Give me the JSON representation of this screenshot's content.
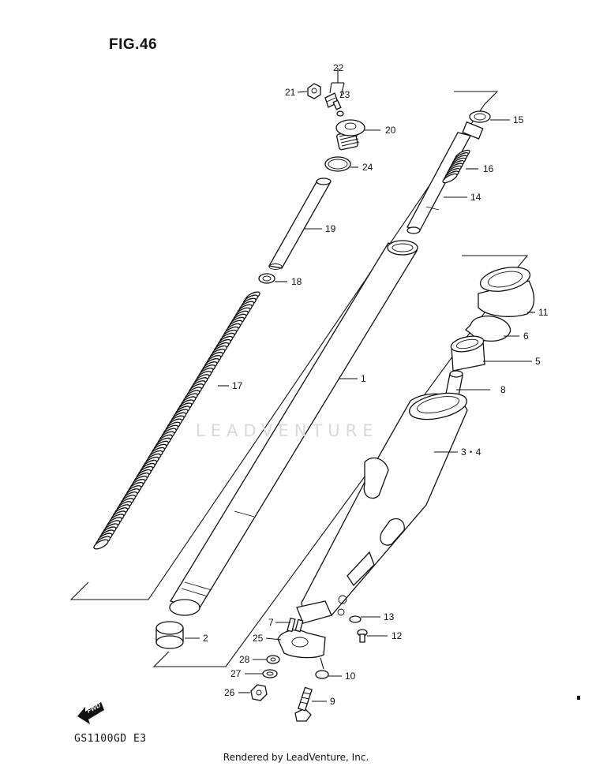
{
  "figure": {
    "title": "FIG.46"
  },
  "model": {
    "code": "GS1100GD E3"
  },
  "footer": {
    "text": "Rendered by LeadVenture, Inc."
  },
  "watermark": {
    "text": "LEADVENTURE"
  },
  "fwd": {
    "label": "FWD"
  },
  "parts": [
    {
      "key": "p1",
      "label": "1"
    },
    {
      "key": "p2",
      "label": "2"
    },
    {
      "key": "p34",
      "label": "3・4"
    },
    {
      "key": "p5",
      "label": "5"
    },
    {
      "key": "p6",
      "label": "6"
    },
    {
      "key": "p7",
      "label": "7"
    },
    {
      "key": "p8",
      "label": "8"
    },
    {
      "key": "p9",
      "label": "9"
    },
    {
      "key": "p10",
      "label": "10"
    },
    {
      "key": "p11",
      "label": "11"
    },
    {
      "key": "p12",
      "label": "12"
    },
    {
      "key": "p13",
      "label": "13"
    },
    {
      "key": "p14",
      "label": "14"
    },
    {
      "key": "p15",
      "label": "15"
    },
    {
      "key": "p16",
      "label": "16"
    },
    {
      "key": "p17",
      "label": "17"
    },
    {
      "key": "p18",
      "label": "18"
    },
    {
      "key": "p19",
      "label": "19"
    },
    {
      "key": "p20",
      "label": "20"
    },
    {
      "key": "p21",
      "label": "21"
    },
    {
      "key": "p22",
      "label": "22"
    },
    {
      "key": "p23",
      "label": "23"
    },
    {
      "key": "p24",
      "label": "24"
    },
    {
      "key": "p25",
      "label": "25"
    },
    {
      "key": "p26",
      "label": "26"
    },
    {
      "key": "p27",
      "label": "27"
    },
    {
      "key": "p28",
      "label": "28"
    }
  ]
}
